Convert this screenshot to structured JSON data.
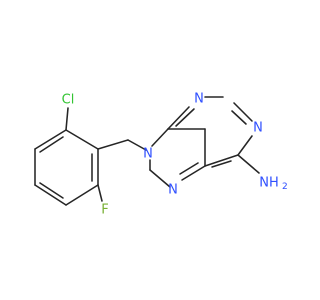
{
  "molecule": {
    "atoms": [
      {
        "id": "Cl",
        "label": "Cl",
        "color": "#33c433"
      },
      {
        "id": "F",
        "label": "F",
        "color": "#78b033"
      },
      {
        "id": "N9",
        "label": "N",
        "color": "#2f4fff"
      },
      {
        "id": "N7",
        "label": "N",
        "color": "#2f4fff"
      },
      {
        "id": "N3",
        "label": "N",
        "color": "#2f4fff"
      },
      {
        "id": "N1",
        "label": "N",
        "color": "#2f4fff"
      },
      {
        "id": "NH2",
        "label": "NH",
        "subscript": "2",
        "color": "#2f4fff"
      }
    ],
    "bond_color": "#262626"
  }
}
